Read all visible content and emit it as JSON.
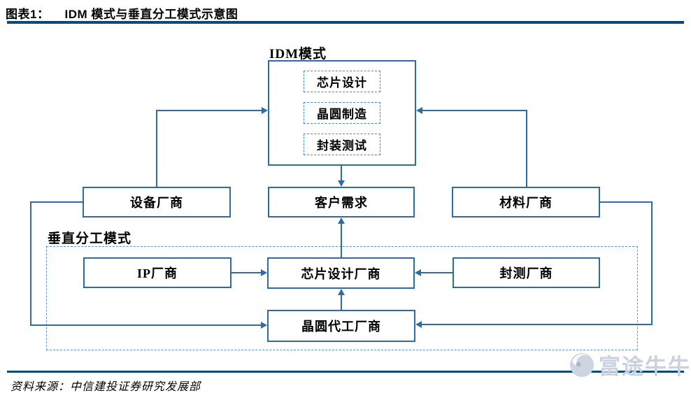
{
  "header": {
    "figure_label": "图表1：",
    "title": "IDM 模式与垂直分工模式示意图"
  },
  "diagram": {
    "idm": {
      "label": "IDM模式",
      "steps": [
        "芯片设计",
        "晶圆制造",
        "封装测试"
      ]
    },
    "middle_row": {
      "equipment": "设备厂商",
      "customer": "客户需求",
      "material": "材料厂商"
    },
    "vertical": {
      "label": "垂直分工模式",
      "ip": "IP厂商",
      "chip_design": "芯片设计厂商",
      "packaging_test": "封测厂商",
      "foundry": "晶圆代工厂商"
    }
  },
  "footer": {
    "source": "资料来源：中信建投证券研究发展部",
    "watermark": "富途牛牛"
  },
  "colors": {
    "box_border": "#2e6da4",
    "dashed_border": "#4a86c4",
    "header_rule": "#0d4a7a",
    "watermark": "#c9d2de"
  }
}
